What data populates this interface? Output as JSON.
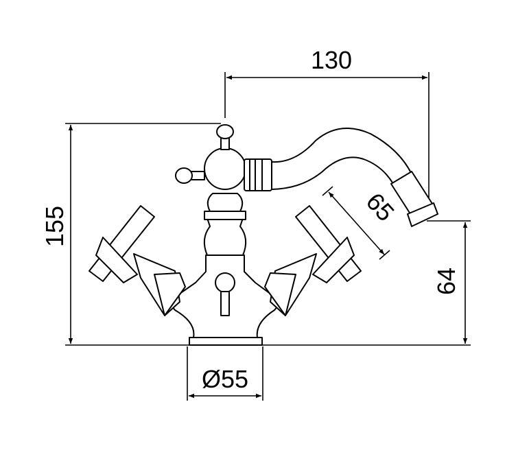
{
  "drawing": {
    "subject": "bidet-mixer-technical-drawing",
    "dimensions": {
      "width_spout": "130",
      "height_total": "155",
      "handle_length": "65",
      "spout_height": "64",
      "base_diameter": "Ø55"
    },
    "line_color": "#000000",
    "background": "#ffffff"
  }
}
